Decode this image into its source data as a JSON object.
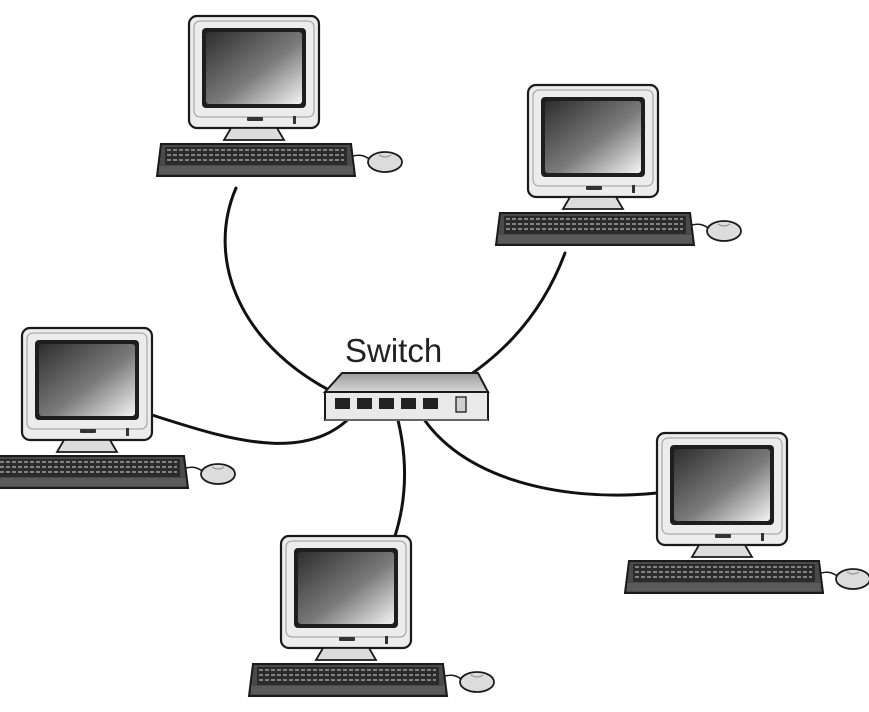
{
  "switch": {
    "label": "Switch"
  },
  "computers": [
    {
      "id": "top-left"
    },
    {
      "id": "top-right"
    },
    {
      "id": "left"
    },
    {
      "id": "bottom"
    },
    {
      "id": "right"
    }
  ],
  "colors": {
    "outline": "#1a1a1a",
    "cable": "#111111",
    "casing": "#ededed",
    "screen_dark": "#3a3a3a",
    "screen_light": "#ffffff",
    "keyboard": "#4a4a4a"
  }
}
